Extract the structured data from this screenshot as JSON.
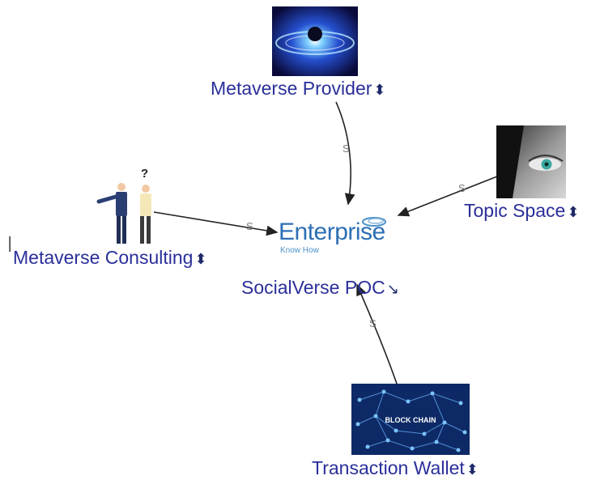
{
  "nodes": {
    "center": {
      "label": "SocialVerse POC",
      "indicator": "↘",
      "logo_text": "Enterprise",
      "logo_sub": "Know How"
    },
    "provider": {
      "label": "Metaverse Provider",
      "indicator": "⬍"
    },
    "topic": {
      "label": "Topic Space",
      "indicator": "⬍"
    },
    "consulting": {
      "label": "Metaverse Consulting",
      "indicator": "⬍"
    },
    "wallet": {
      "label": "Transaction Wallet",
      "indicator": "⬍",
      "image_text": "BLOCK CHAIN"
    }
  },
  "edges": {
    "provider_to_center": "S",
    "topic_to_center": "S",
    "consulting_to_center": "S",
    "wallet_to_center": "S"
  },
  "colors": {
    "label": "#2a2f9a",
    "edge": "#222222",
    "logo": "#2c6fb4"
  }
}
